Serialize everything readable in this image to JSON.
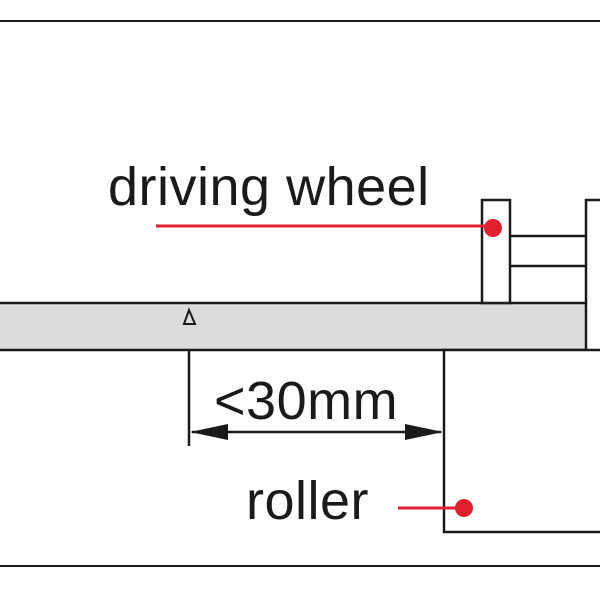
{
  "labels": {
    "driving_wheel": "driving wheel",
    "dimension": "<30mm",
    "roller": "roller"
  },
  "colors": {
    "line": "#1a1a1a",
    "belt_fill": "#dcdcdc",
    "callout": "#e0202e"
  }
}
